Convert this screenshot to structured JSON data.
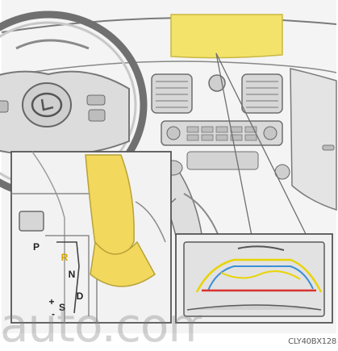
{
  "figure": {
    "code_label": "CLY40BX128",
    "watermark": "auto.com"
  },
  "shift_gate": {
    "positions": [
      "P",
      "R",
      "N",
      "D",
      "S"
    ],
    "active_position": "R",
    "sequential_marks": [
      "+",
      "-"
    ]
  },
  "colors": {
    "highlight_yellow": "#f3e36a",
    "lever_yellow": "#f2d85c",
    "guide_yellow": "#e8d400",
    "guide_blue": "#3b8fd6",
    "guide_red": "#d8322f",
    "line_gray": "#6e6e6e"
  },
  "icons": [
    "steering-wheel-emblem-icon",
    "shift-lever-icon",
    "rear-camera-display-icon"
  ]
}
